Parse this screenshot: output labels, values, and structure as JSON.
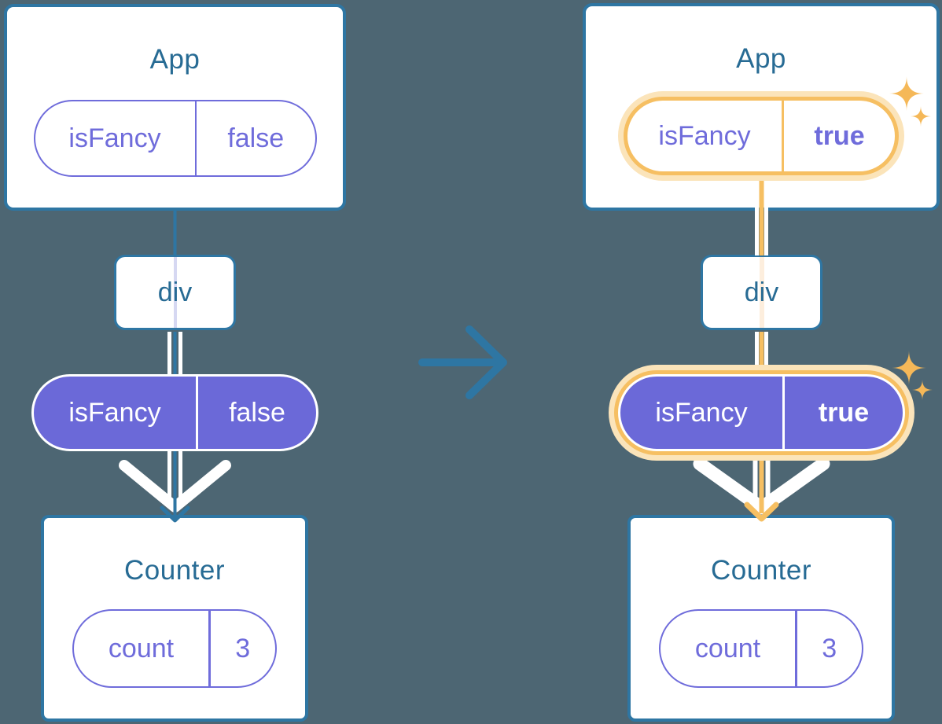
{
  "colors": {
    "background": "#4d6673",
    "card_border_blue": "#2e76a3",
    "heading_blue": "#276b94",
    "purple_outline": "#6f6cdb",
    "purple_fill": "#6b69d8",
    "highlight_orange": "#f6bf62",
    "highlight_glow": "#fbe4ba",
    "sparkle_orange": "#f5b858",
    "white": "#ffffff"
  },
  "left_tree": {
    "app": {
      "title": "App",
      "prop_name": "isFancy",
      "prop_value": "false"
    },
    "div_label": "div",
    "pipe": {
      "prop_name": "isFancy",
      "prop_value": "false"
    },
    "counter": {
      "title": "Counter",
      "state_name": "count",
      "state_value": "3"
    }
  },
  "right_tree": {
    "app": {
      "title": "App",
      "prop_name": "isFancy",
      "prop_value": "true"
    },
    "div_label": "div",
    "pipe": {
      "prop_name": "isFancy",
      "prop_value": "true"
    },
    "counter": {
      "title": "Counter",
      "state_name": "count",
      "state_value": "3"
    }
  },
  "icons": {
    "transition_arrow": "arrow-right-icon",
    "prop_flow_arrow": "arrow-down-icon",
    "highlight_sparkles": "sparkle-icon"
  }
}
